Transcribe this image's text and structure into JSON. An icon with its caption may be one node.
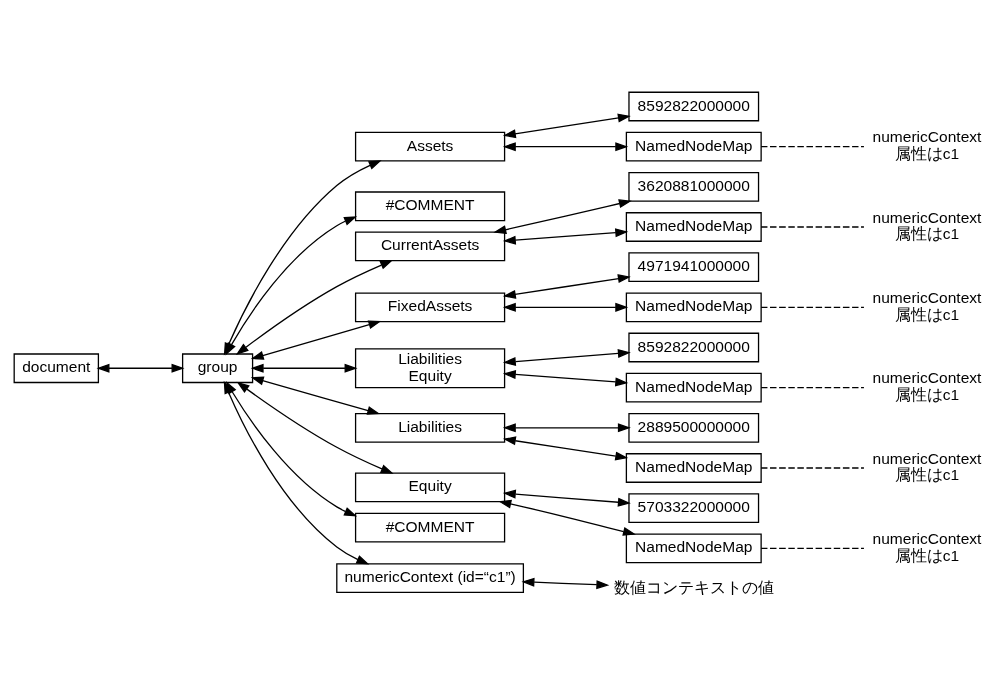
{
  "diagram": {
    "nodes": [
      {
        "text": [
          "document"
        ]
      },
      {
        "text": [
          "group"
        ]
      },
      {
        "text": [
          "Assets"
        ]
      },
      {
        "text": [
          "8592822000000"
        ]
      },
      {
        "text": [
          "NamedNodeMap"
        ]
      },
      {
        "text": [
          "numericContext 属性はc1"
        ]
      },
      {
        "text": [
          "#COMMENT"
        ]
      },
      {
        "text": [
          "CurrentAssets"
        ]
      },
      {
        "text": [
          "3620881000000"
        ]
      },
      {
        "text": [
          "NamedNodeMap"
        ]
      },
      {
        "text": [
          "numericContext 属性はc1"
        ]
      },
      {
        "text": [
          "FixedAssets"
        ]
      },
      {
        "text": [
          "4971941000000"
        ]
      },
      {
        "text": [
          "NamedNodeMap"
        ]
      },
      {
        "text": [
          "numericContext 属性はc1"
        ]
      },
      {
        "text": [
          "Liabilities Equity"
        ]
      },
      {
        "text": [
          "8592822000000"
        ]
      },
      {
        "text": [
          "NamedNodeMap"
        ]
      },
      {
        "text": [
          "numericContext 属性はc1"
        ]
      },
      {
        "text": [
          "Liabilities"
        ]
      },
      {
        "text": [
          "2889500000000"
        ]
      },
      {
        "text": [
          "NamedNodeMap"
        ]
      },
      {
        "text": [
          "numericContext 属性はc1"
        ]
      },
      {
        "text": [
          "Equity"
        ]
      },
      {
        "text": [
          "5703322000000"
        ]
      },
      {
        "text": [
          "NamedNodeMap"
        ]
      },
      {
        "text": [
          "numericContext 属性はc1"
        ]
      },
      {
        "text": [
          "#COMMENT"
        ]
      },
      {
        "text": [
          "numericContext (id=“c1”)"
        ]
      },
      {
        "text": [
          "数値コンテキストの値"
        ]
      }
    ],
    "edges": [
      {
        "from": 0,
        "to": 1,
        "arrow": "both"
      },
      {
        "from": 1,
        "to": 2,
        "arrow": "both"
      },
      {
        "from": 1,
        "to": 6,
        "arrow": "both"
      },
      {
        "from": 1,
        "to": 7,
        "arrow": "both"
      },
      {
        "from": 1,
        "to": 11,
        "arrow": "both"
      },
      {
        "from": 1,
        "to": 15,
        "arrow": "both"
      },
      {
        "from": 1,
        "to": 19,
        "arrow": "both"
      },
      {
        "from": 1,
        "to": 23,
        "arrow": "both"
      },
      {
        "from": 1,
        "to": 27,
        "arrow": "both"
      },
      {
        "from": 1,
        "to": 28,
        "arrow": "both"
      },
      {
        "from": 2,
        "to": 3,
        "arrow": "both"
      },
      {
        "from": 2,
        "to": 4,
        "arrow": "both"
      },
      {
        "from": 4,
        "to": 5,
        "arrow": "none",
        "style": "dashed"
      },
      {
        "from": 7,
        "to": 8,
        "arrow": "both"
      },
      {
        "from": 7,
        "to": 9,
        "arrow": "both"
      },
      {
        "from": 9,
        "to": 10,
        "arrow": "none",
        "style": "dashed"
      },
      {
        "from": 11,
        "to": 12,
        "arrow": "both"
      },
      {
        "from": 11,
        "to": 13,
        "arrow": "both"
      },
      {
        "from": 13,
        "to": 14,
        "arrow": "none",
        "style": "dashed"
      },
      {
        "from": 15,
        "to": 16,
        "arrow": "both"
      },
      {
        "from": 15,
        "to": 17,
        "arrow": "both"
      },
      {
        "from": 17,
        "to": 18,
        "arrow": "none",
        "style": "dashed"
      },
      {
        "from": 19,
        "to": 20,
        "arrow": "both"
      },
      {
        "from": 19,
        "to": 21,
        "arrow": "both"
      },
      {
        "from": 21,
        "to": 22,
        "arrow": "none",
        "style": "dashed"
      },
      {
        "from": 23,
        "to": 24,
        "arrow": "both"
      },
      {
        "from": 23,
        "to": 25,
        "arrow": "both"
      },
      {
        "from": 25,
        "to": 26,
        "arrow": "none",
        "style": "dashed"
      },
      {
        "from": 28,
        "to": 29,
        "arrow": "both"
      }
    ]
  }
}
